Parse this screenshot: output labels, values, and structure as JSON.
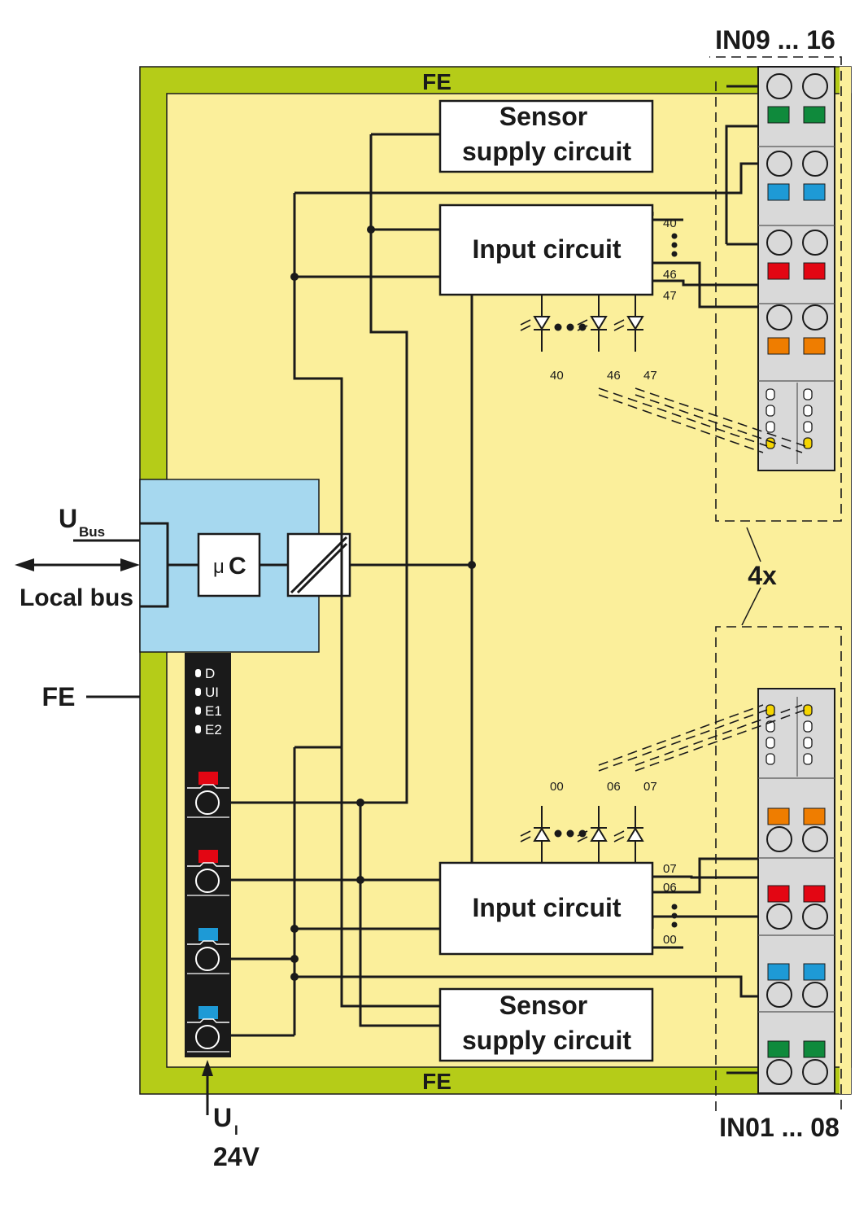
{
  "labels": {
    "fe": "FE",
    "sensor_supply": [
      "Sensor",
      "supply circuit"
    ],
    "input_circuit": "Input circuit",
    "in_top": "IN09 ... 16",
    "in_bottom": "IN01 ... 08",
    "multiplier": "4x",
    "ubus_main": "U",
    "ubus_sub": "Bus",
    "local_bus": "Local bus",
    "uc_mu": "μ",
    "uc_c": "C",
    "ui_main": "U",
    "ui_sub": "I",
    "ui_voltage": "24V",
    "status_leds": [
      "D",
      "UI",
      "E1",
      "E2"
    ],
    "top_pins": {
      "first": "40",
      "second": "46",
      "third": "47"
    },
    "bottom_pins": {
      "first": "07",
      "second": "06",
      "third": "00"
    },
    "top_leds": [
      "40",
      "46",
      "47"
    ],
    "bottom_leds": [
      "00",
      "06",
      "07"
    ]
  },
  "colors": {
    "fe_frame": "#b5cc18",
    "body": "#fbef9b",
    "bus_module": "#a6d8ef",
    "terminal_block": "#d9d9d9",
    "green": "#0f8a3c",
    "blue": "#1e9ad6",
    "red": "#e30613",
    "orange": "#ef7d00",
    "led_yellow": "#f5d500"
  }
}
